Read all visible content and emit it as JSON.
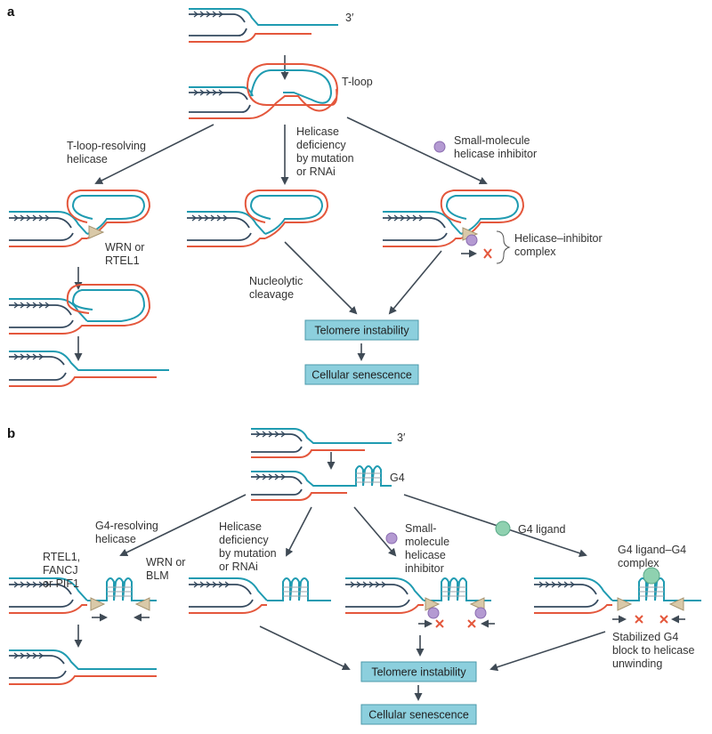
{
  "panel_a": {
    "letter": "a",
    "overhang_label": "3′",
    "tloop_label": "T-loop",
    "branch_left": [
      "T-loop-resolving",
      "helicase"
    ],
    "branch_middle": [
      "Helicase",
      "deficiency",
      "by mutation",
      "or RNAi"
    ],
    "branch_right": [
      "Small-molecule",
      "helicase inhibitor"
    ],
    "helicase_name": [
      "WRN or",
      "RTEL1"
    ],
    "complex_label": [
      "Helicase–inhibitor",
      "complex"
    ],
    "cleavage_label": [
      "Nucleolytic",
      "cleavage"
    ],
    "instability": "Telomere instability",
    "senescence": "Cellular senescence"
  },
  "panel_b": {
    "letter": "b",
    "overhang_label": "3′",
    "g4_label": "G4",
    "branch_1": [
      "G4-resolving",
      "helicase"
    ],
    "branch_2": [
      "Helicase",
      "deficiency",
      "by mutation",
      "or RNAi"
    ],
    "branch_3": [
      "Small-",
      "molecule",
      "helicase",
      "inhibitor"
    ],
    "branch_4": "G4 ligand",
    "helicase_left": [
      "RTEL1,",
      "FANCJ",
      "or PIF1"
    ],
    "helicase_right": [
      "WRN or",
      "BLM"
    ],
    "ligand_complex": [
      "G4 ligand–G4",
      "complex"
    ],
    "stabilized": [
      "Stabilized G4",
      "block to helicase",
      "unwinding"
    ],
    "instability": "Telomere instability",
    "senescence": "Cellular senescence"
  },
  "colors": {
    "g_strand": "#1f9bb1",
    "c_strand": "#e4573c",
    "new_strand": "#34495e",
    "helicase": "#d9c9a8",
    "inhibitor": "#b49ad2",
    "ligand": "#8fd1b0",
    "box": "#8ccfdd"
  }
}
